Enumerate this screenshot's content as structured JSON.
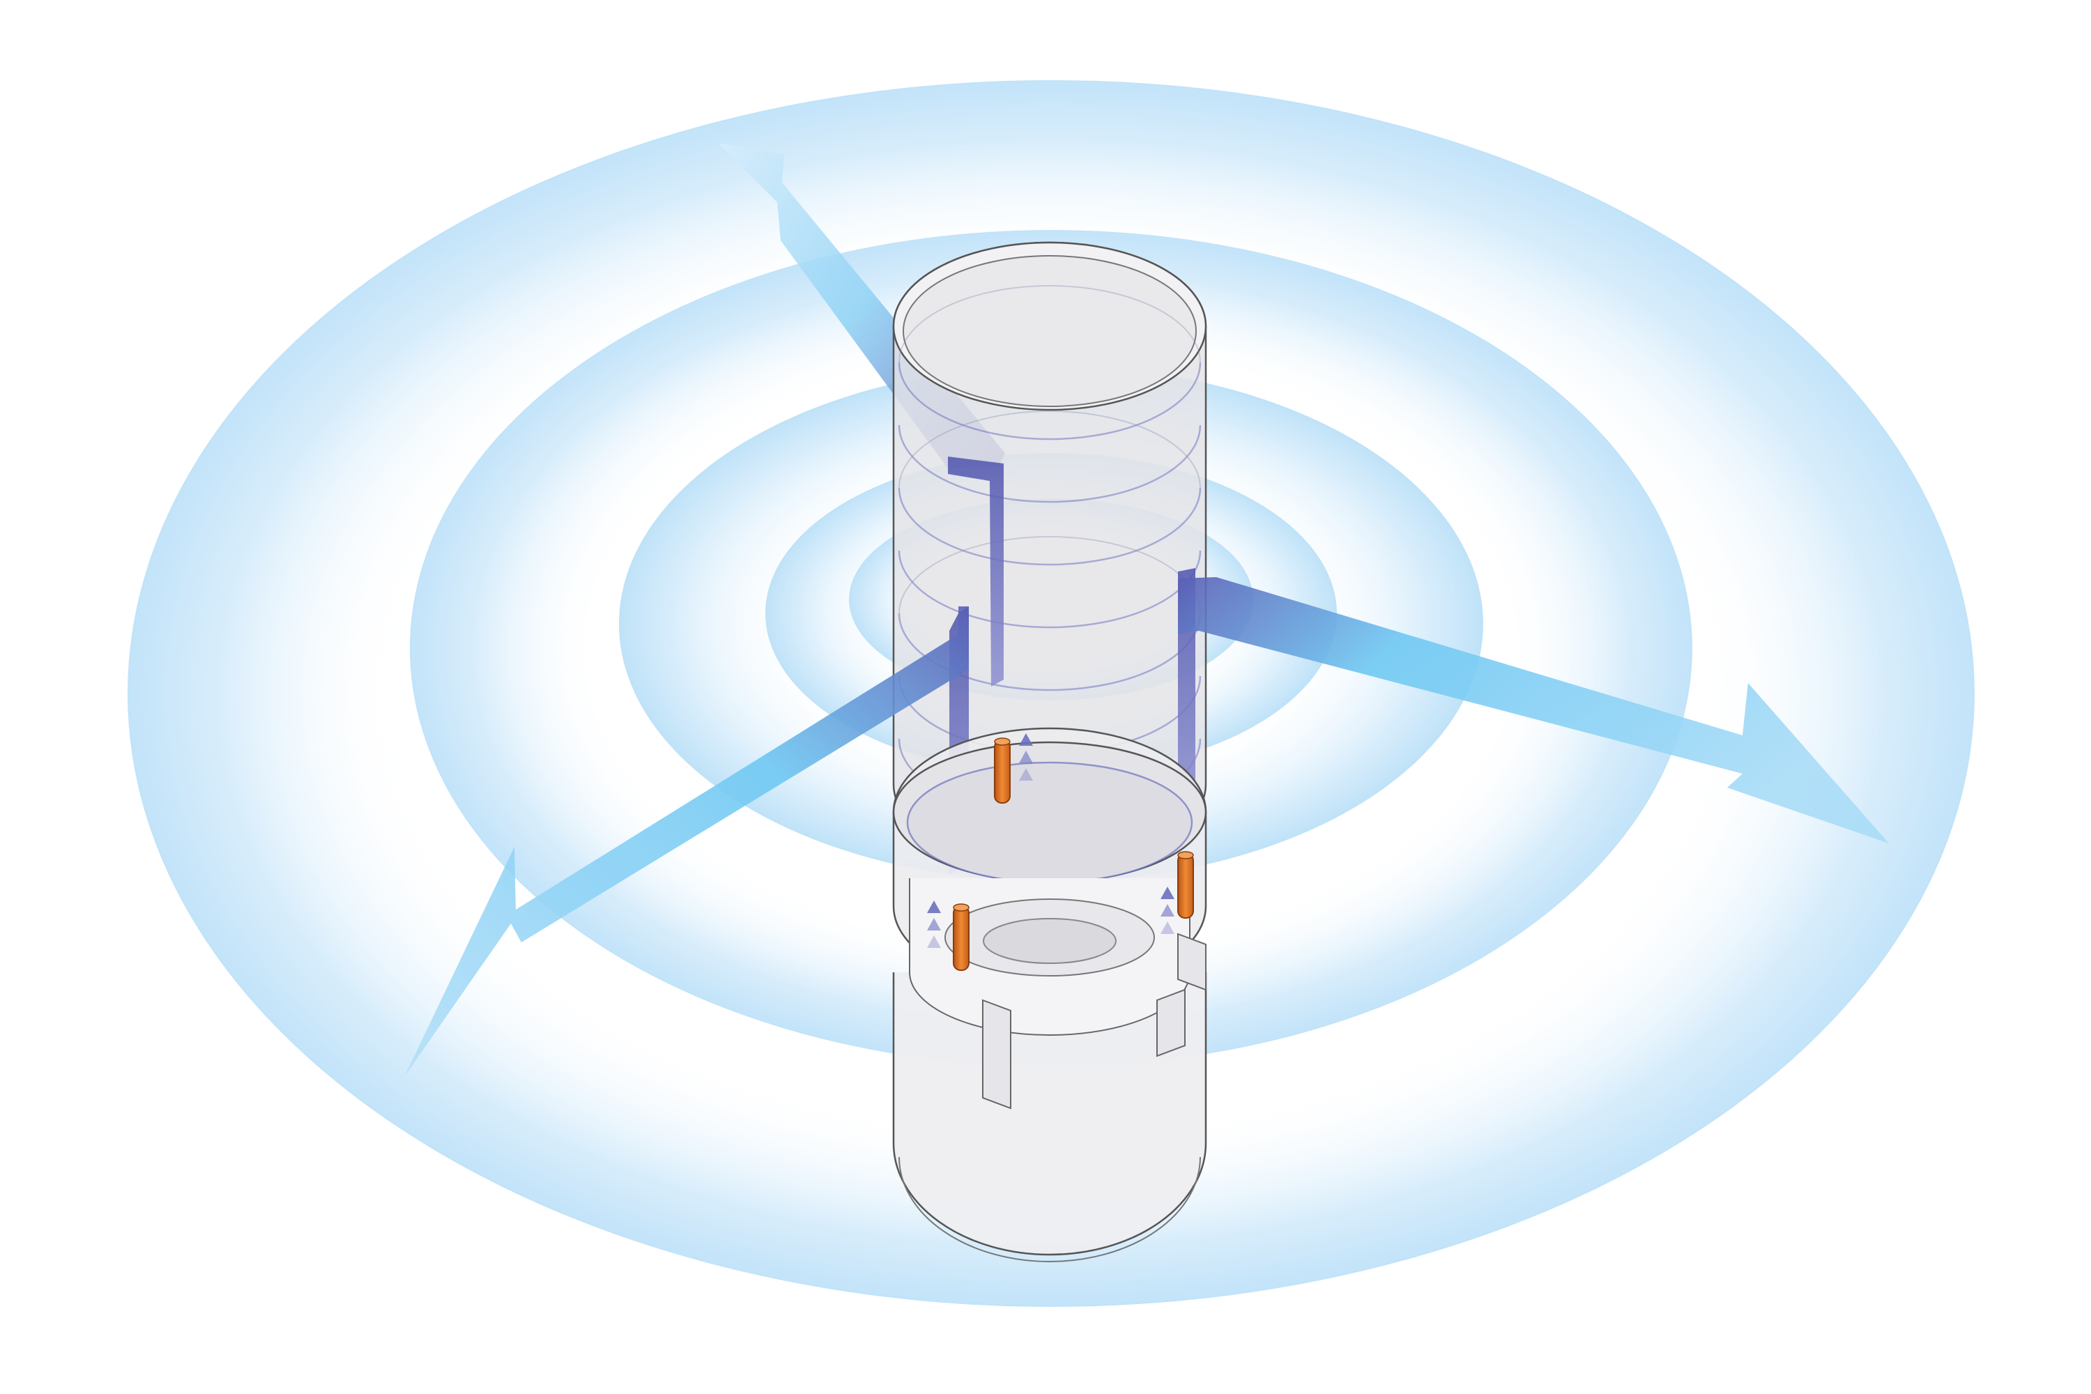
{
  "diagram": {
    "subject": "humidifier-airflow",
    "colors": {
      "ring_blue": "#cfe9fb",
      "flow_blue": "#6fc8f3",
      "flow_light": "#c4e7fb",
      "duct_violet": "#5a5fb5",
      "pin_orange": "#e2741f",
      "outline": "#6b6b6b",
      "body_fill": "#e9e9ec"
    },
    "icons": [
      "radial-airflow-rings",
      "airflow-arrow",
      "cylinder-tank",
      "heating-rod"
    ]
  }
}
